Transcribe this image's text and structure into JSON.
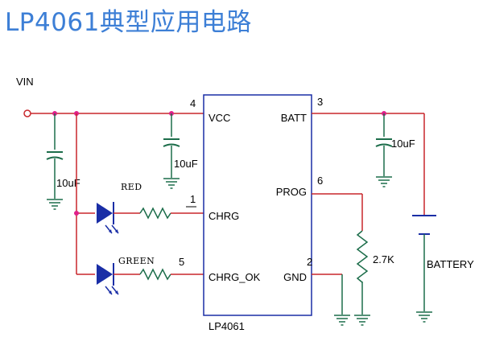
{
  "title": "LP4061典型应用电路",
  "input": {
    "label": "VIN"
  },
  "ic": {
    "name": "LP4061",
    "pins": [
      {
        "name": "VCC",
        "number": "4"
      },
      {
        "name": "CHRG",
        "number": "1"
      },
      {
        "name": "CHRG_OK",
        "number": "5"
      },
      {
        "name": "BATT",
        "number": "3"
      },
      {
        "name": "PROG",
        "number": "6"
      },
      {
        "name": "GND",
        "number": "2"
      }
    ]
  },
  "capacitors": [
    "10uF",
    "10uF",
    "10uF"
  ],
  "resistor": {
    "value": "2.7K"
  },
  "leds": [
    {
      "label": "RED"
    },
    {
      "label": "GREEN"
    }
  ],
  "battery": {
    "label": "BATTERY"
  },
  "colors": {
    "title": "#3d7fd6",
    "wire": "#c8262b",
    "junction": "#e0208a",
    "component": "#1c6d4a",
    "led": "#1a2ea6"
  }
}
